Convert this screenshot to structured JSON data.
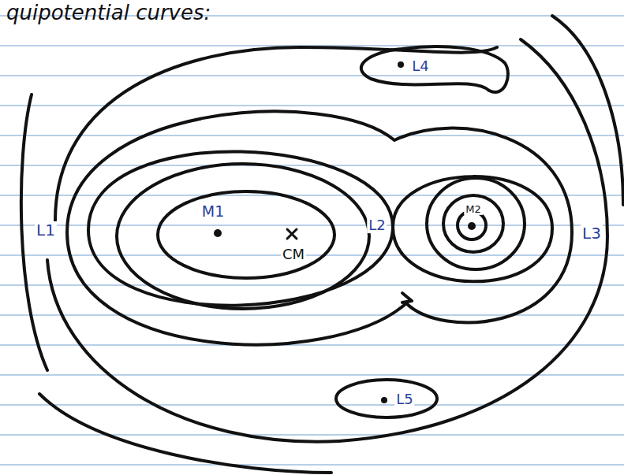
{
  "diagram": {
    "labels": [
      "quipotential curves:",
      "M1",
      "CM",
      "M2",
      "L1",
      "L2",
      "L3",
      "L4",
      "L5"
    ]
  }
}
